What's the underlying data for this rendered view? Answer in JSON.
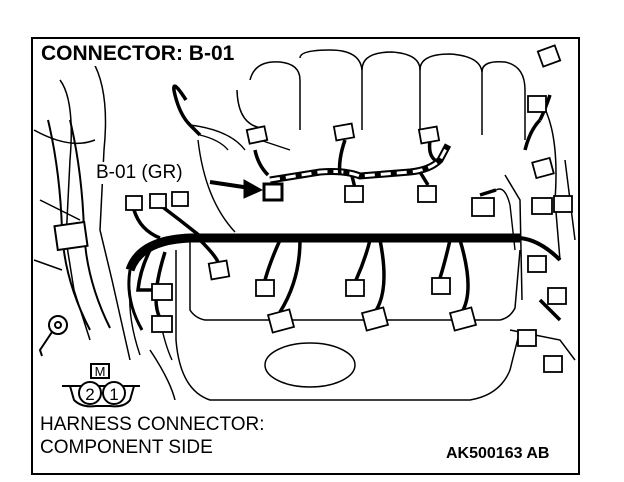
{
  "title": "CONNECTOR: B-01",
  "callout": "B-01 (GR)",
  "caption": {
    "line1": "HARNESS CONNECTOR:",
    "line2": "COMPONENT SIDE"
  },
  "figure_id": "AK500163 AB",
  "connector": {
    "key_letter": "M",
    "pins": [
      "2",
      "1"
    ]
  }
}
